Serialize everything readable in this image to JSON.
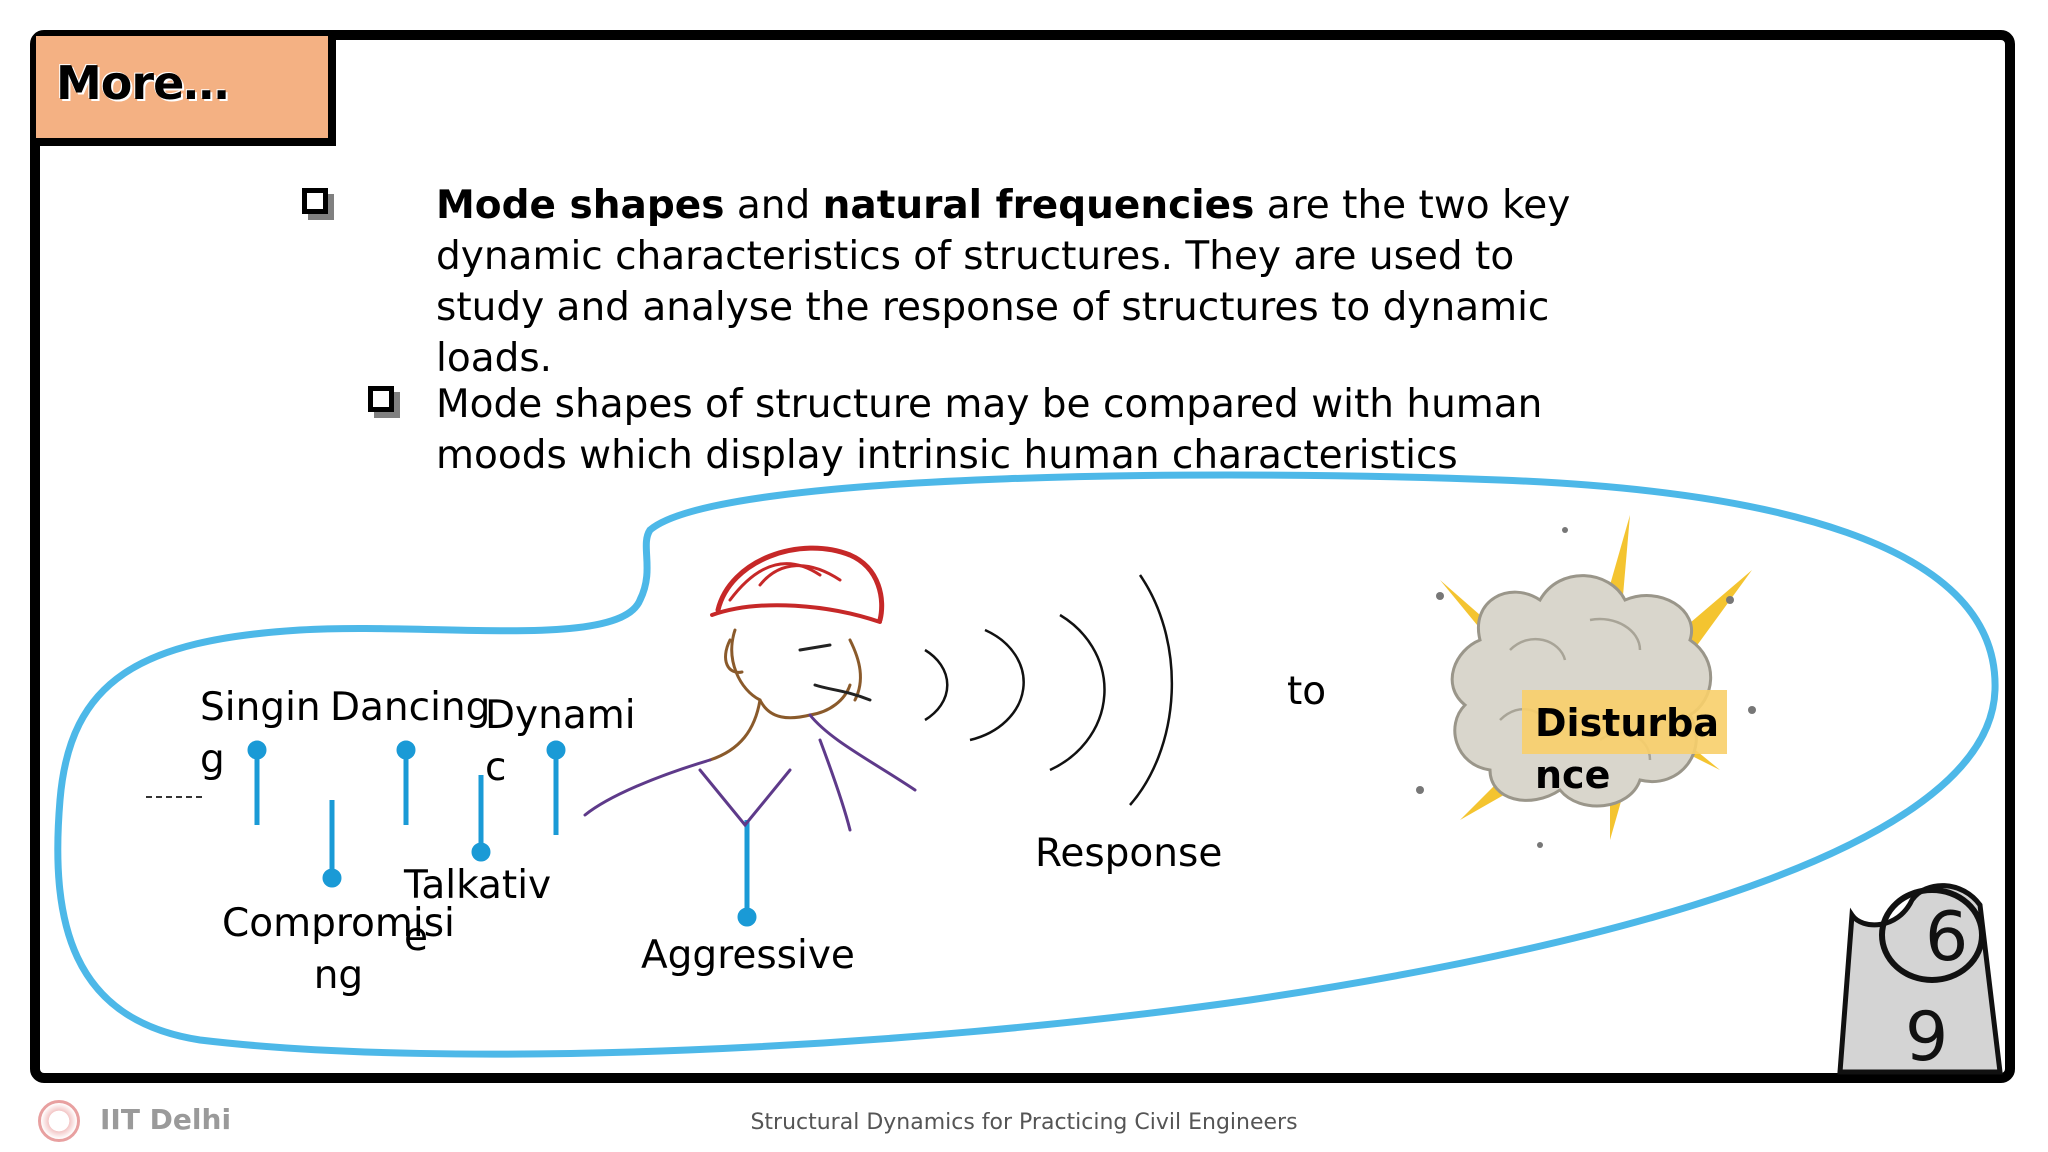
{
  "slide": {
    "title": "More…",
    "bullet1": {
      "bold1": "Mode shapes",
      "text1": " and ",
      "bold2": "natural frequencies",
      "text2": " are the two key dynamic characteristics of structures. They are used to study and analyse the response of structures to dynamic loads."
    },
    "bullet2": "Mode shapes of structure may be compared with human moods which display intrinsic human characteristics",
    "moods": {
      "singing": "Singin\ng",
      "dancing": "Dancing",
      "dynamic": "Dynami\nc",
      "compromising": "Compromisi\nng",
      "talkative": "Talkativ\ne",
      "aggressive": "Aggressive"
    },
    "response": "Response",
    "to": "to",
    "disturbance": "Disturba\nnce"
  },
  "footer": {
    "brand": "IIT Delhi",
    "course": "Structural Dynamics for Practicing Civil Engineers"
  },
  "colors": {
    "title_bg": "#f4b183",
    "callout_outline": "#4db8e8",
    "marker": "#1a9ad6",
    "disturbance_highlight": "#f8cf6a"
  }
}
